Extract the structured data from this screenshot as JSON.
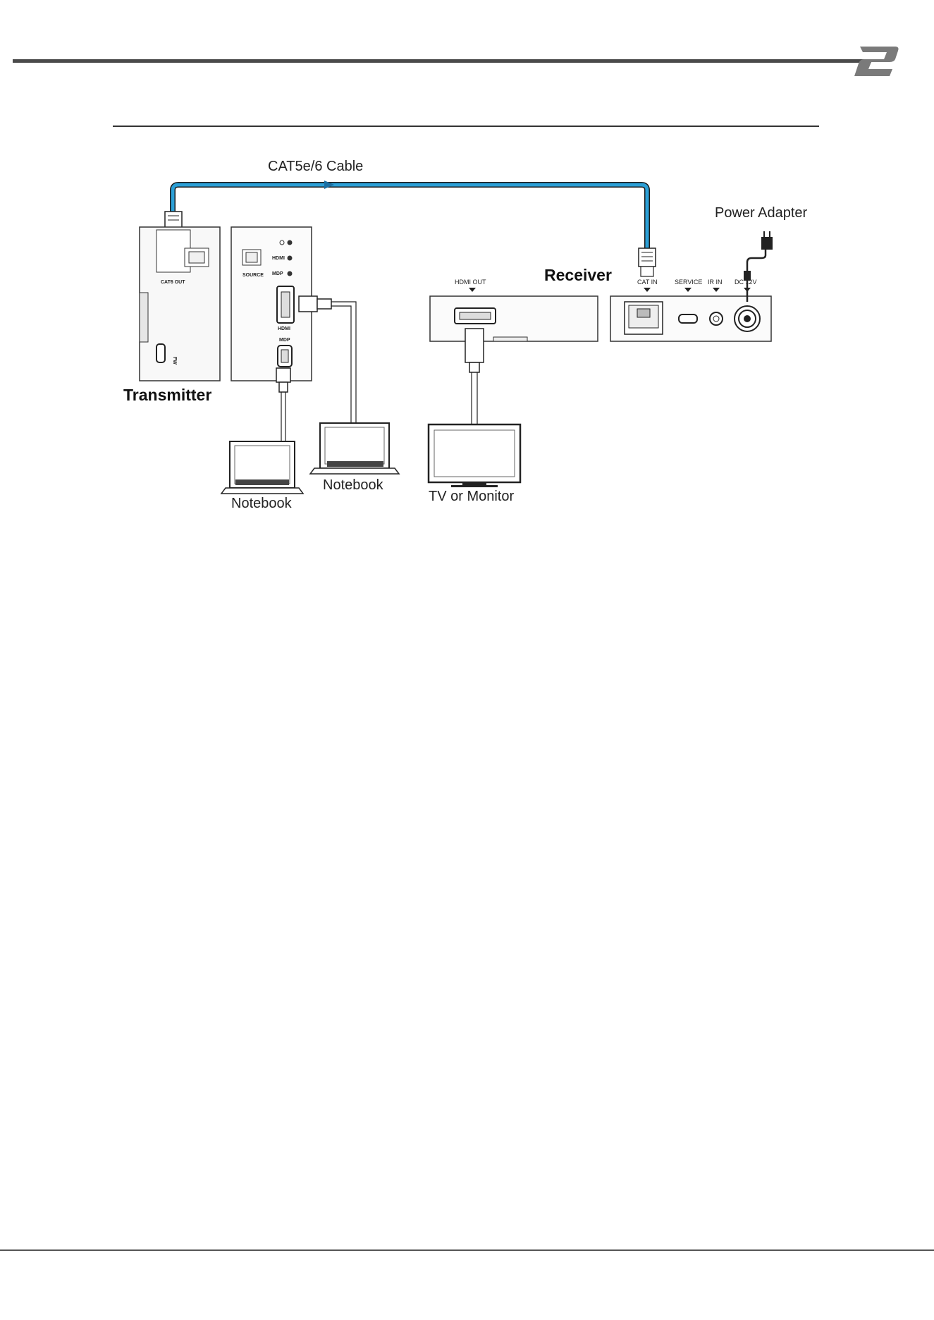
{
  "diagram": {
    "cable_label": "CAT5e/6 Cable",
    "power_adapter_label": "Power Adapter",
    "transmitter_label": "Transmitter",
    "receiver_label": "Receiver",
    "notebook_label": "Notebook",
    "display_label": "TV or Monitor",
    "transmitter_ports": {
      "cat_out": "CAT6 OUT",
      "fw": "FW",
      "source": "SOURCE",
      "hdmi_led": "HDMI",
      "mdp_led": "MDP",
      "hdmi": "HDMI",
      "mdp": "MDP"
    },
    "receiver_ports": {
      "hdmi_out": "HDMI OUT",
      "cat_in": "CAT IN",
      "service": "SERVICE",
      "ir_in": "IR IN",
      "dc": "DC 12V"
    }
  },
  "colors": {
    "cable": "#2b9fd6",
    "rule": "#4a4a4a",
    "logo": "#7a7a7a"
  }
}
